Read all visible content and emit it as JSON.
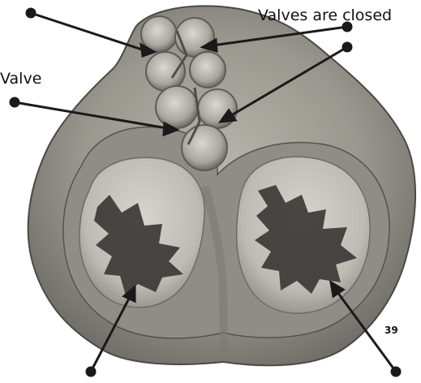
{
  "labels": {
    "valves_closed": "Valves are closed",
    "valve": "Valve",
    "page_number": "39"
  },
  "colors": {
    "tissue_light": "#b9b6ad",
    "tissue_mid": "#8c8a83",
    "tissue_dark": "#3b3a36",
    "chamber_fill": "#c6c4bc",
    "pointer_line": "#1a1a1a"
  }
}
